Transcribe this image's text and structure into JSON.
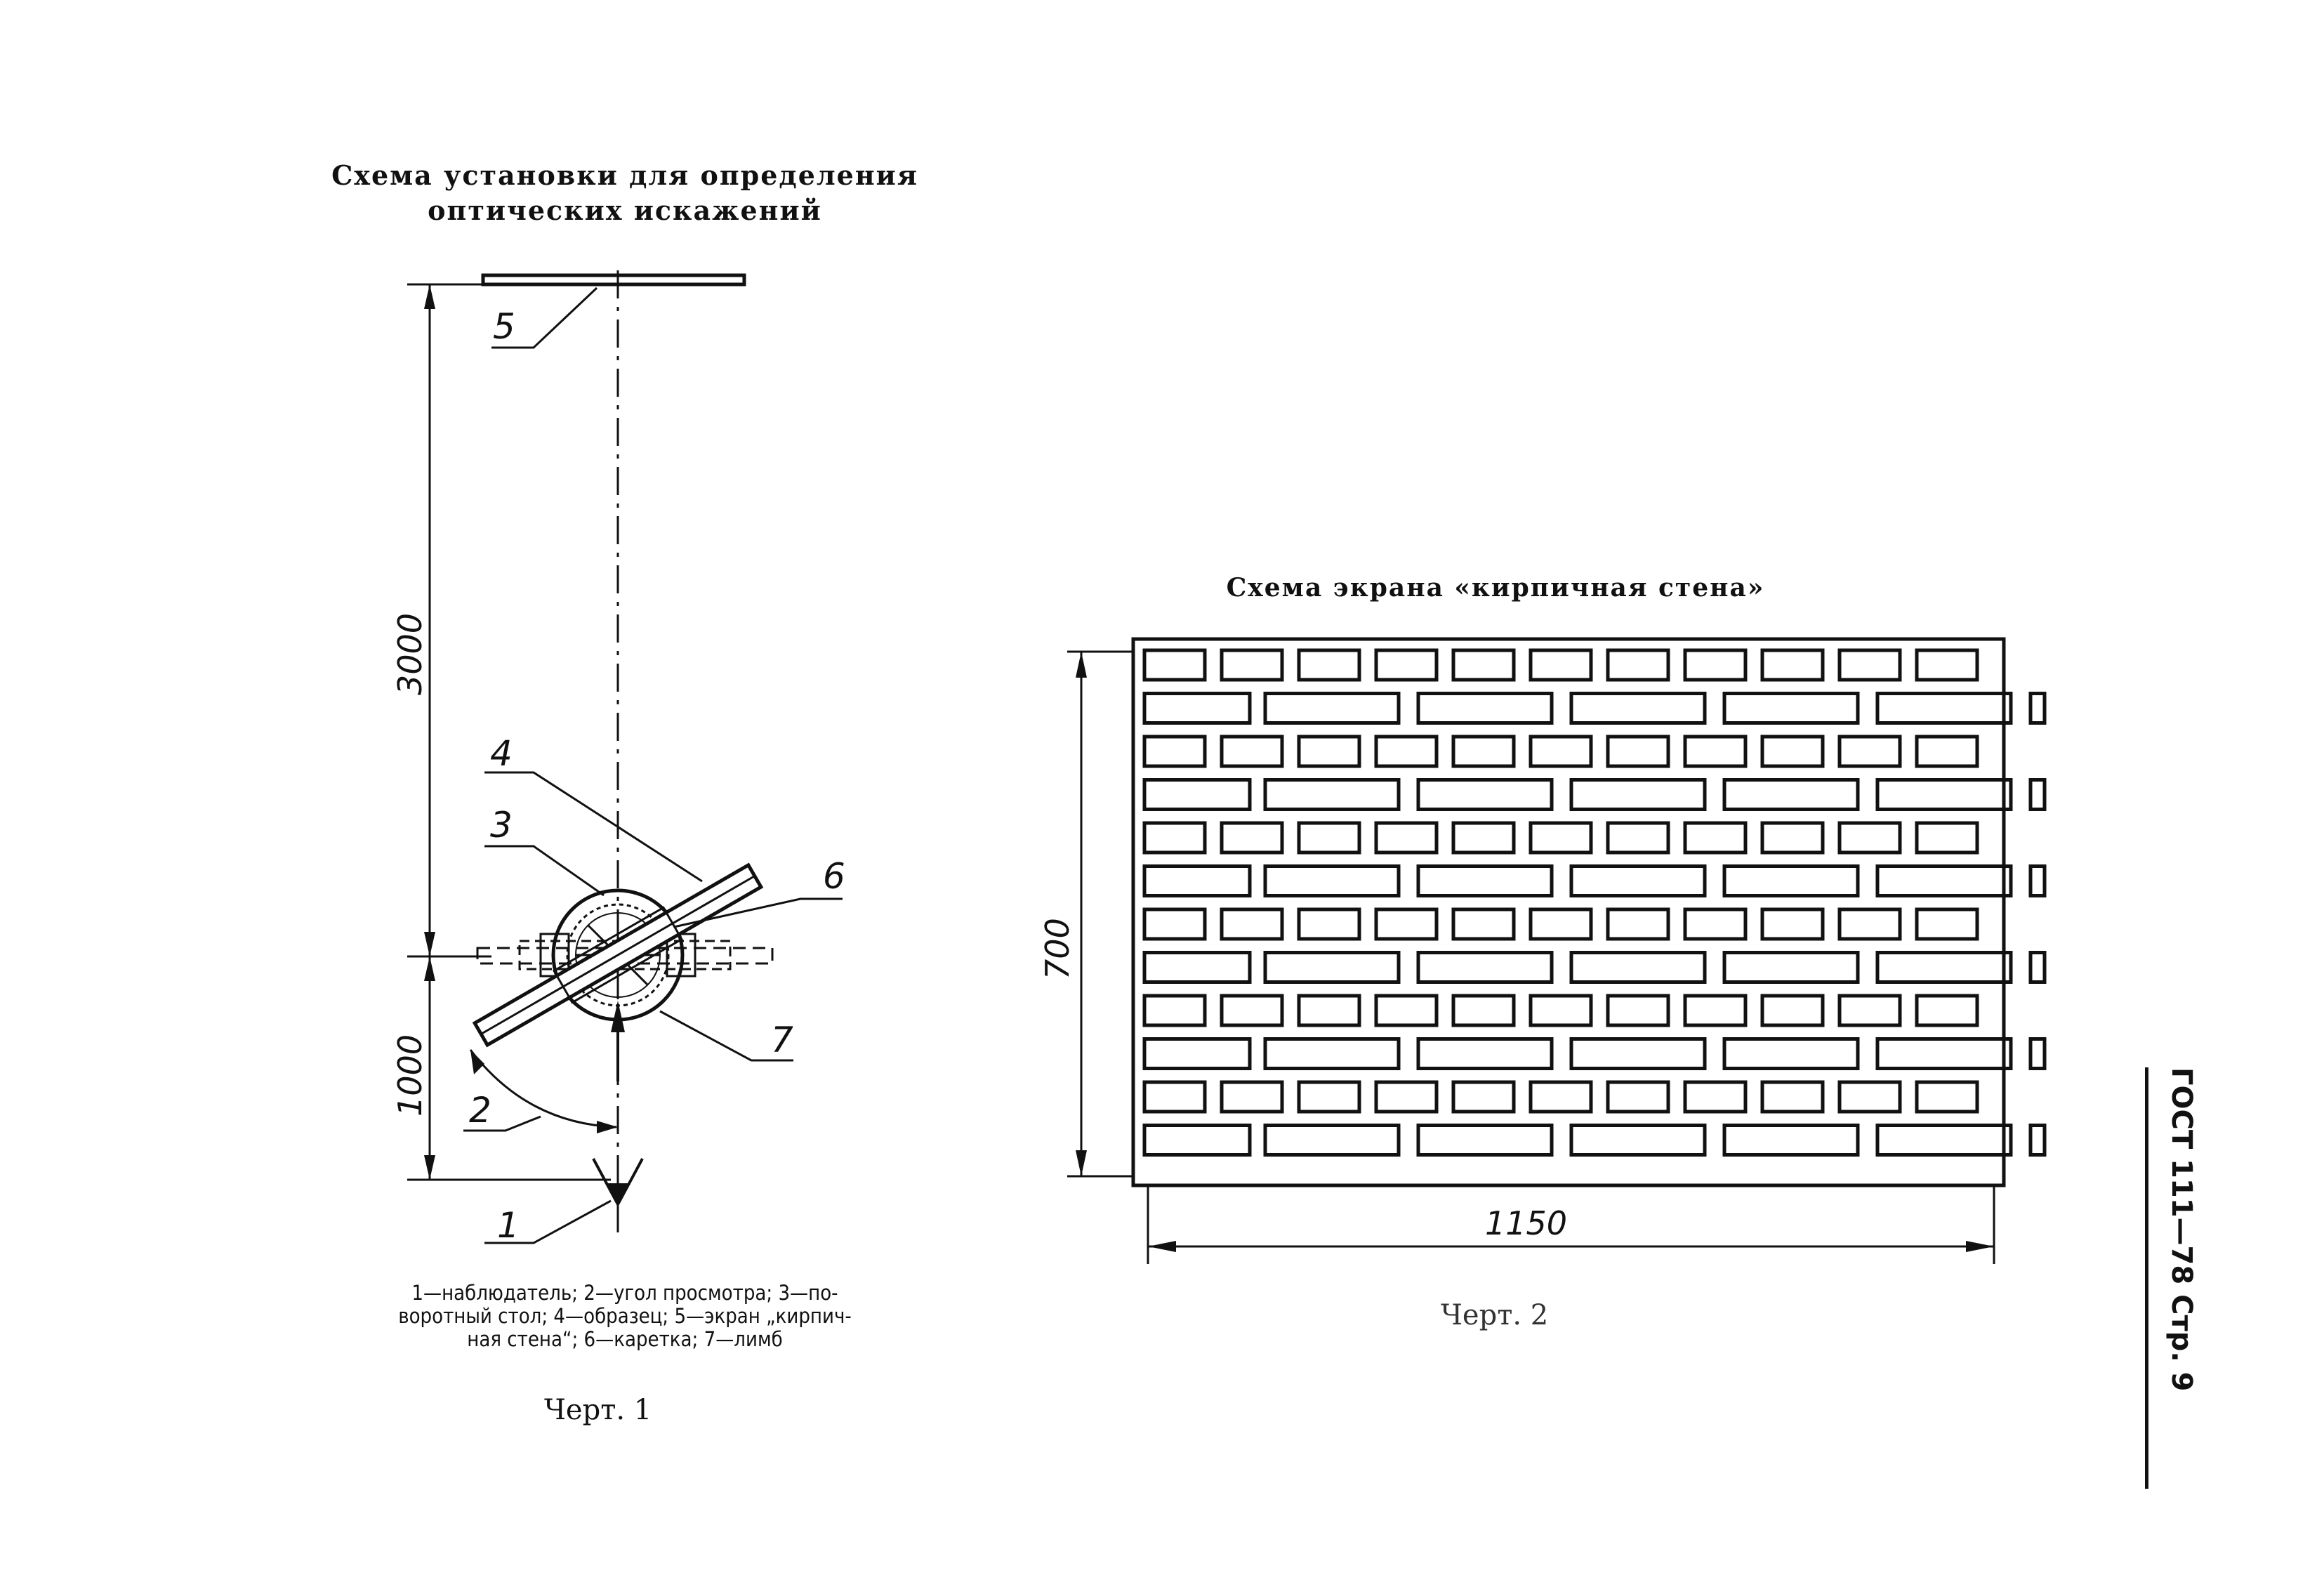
{
  "fig1": {
    "title_line1": "Схема установки для определения",
    "title_line2": "оптических искажений",
    "dim_upper": "3000",
    "dim_lower": "1000",
    "callouts": [
      "1",
      "2",
      "3",
      "4",
      "5",
      "6",
      "7"
    ],
    "caption_line1": "1—наблюдатель; 2—угол просмотра; 3—по-",
    "caption_line2": "воротный стол; 4—образец; 5—экран „кирпич-",
    "caption_line3": "ная стена“; 6—каретка; 7—лимб",
    "label": "Черт. 1"
  },
  "fig2": {
    "title": "Схема экрана «кирпичная стена»",
    "dim_height": "700",
    "dim_width": "1150",
    "label": "Черт. 2"
  },
  "sidebar": {
    "text": "ГОСТ 111—78 Стр. 9"
  }
}
